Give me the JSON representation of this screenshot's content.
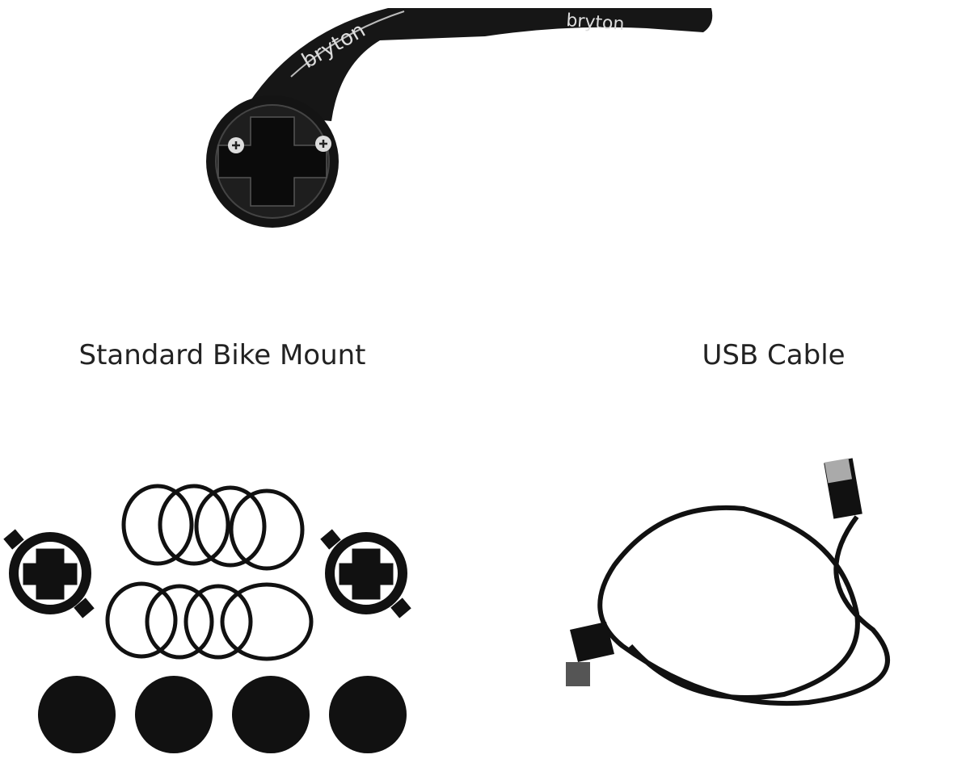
{
  "labels": {
    "standard_mount": "Standard Bike Mount",
    "usb_cable": "USB Cable"
  },
  "brand_logo": "bryton",
  "colors": {
    "product": "#111111",
    "highlight": "#cccccc",
    "background": "#ffffff"
  }
}
